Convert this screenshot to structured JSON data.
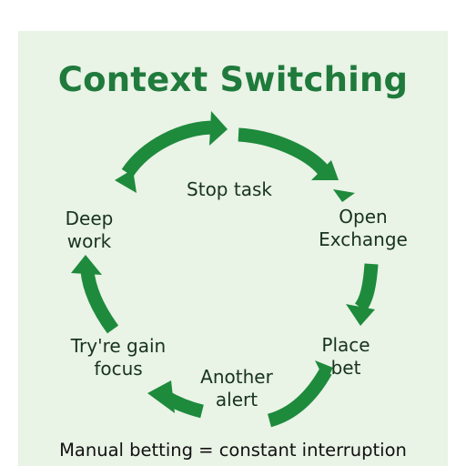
{
  "title": "Context Switching",
  "cycle": {
    "steps": [
      {
        "id": "stop-task",
        "line1": "Stop task",
        "line2": ""
      },
      {
        "id": "open-exchange",
        "line1": "Open",
        "line2": "Exchange"
      },
      {
        "id": "place-bet",
        "line1": "Place",
        "line2": "bet"
      },
      {
        "id": "another-alert",
        "line1": "Another",
        "line2": "alert"
      },
      {
        "id": "try-regain-focus",
        "line1": "Try're gain",
        "line2": "focus"
      },
      {
        "id": "deep-work",
        "line1": "Deep",
        "line2": "work"
      }
    ]
  },
  "footer": "Manual betting = constant interruption",
  "colors": {
    "arrow": "#1e8a3c",
    "title": "#1f7a3c",
    "background": "#e9f3e6"
  }
}
